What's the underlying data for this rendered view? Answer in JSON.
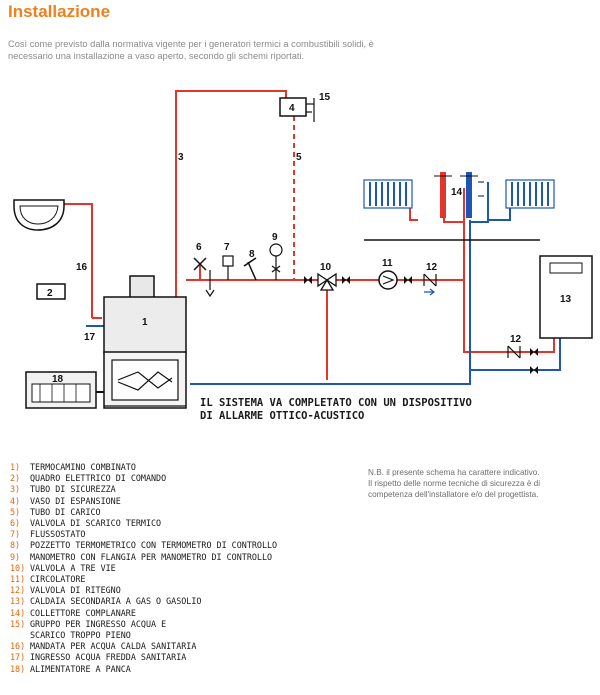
{
  "header": {
    "title": "Installazione",
    "intro": "Così come previsto dalla normativa vigente per i generatori termici a combustibili solidi, è necessario una installazione a vaso aperto, secondo gli schemi riportati."
  },
  "colors": {
    "title": "#f07f1c",
    "hot_pipe": "#e2362c",
    "cold_pipe": "#1e56b5",
    "legend_number": "#e8650a"
  },
  "diagram": {
    "callout": {
      "line1": "IL SISTEMA VA COMPLETATO CON UN DISPOSITIVO",
      "line2": "DI ALLARME OTTICO-ACUSTICO"
    },
    "labels": {
      "n1": "1",
      "n2": "2",
      "n3": "3",
      "n4": "4",
      "n5": "5",
      "n6": "6",
      "n7": "7",
      "n8": "8",
      "n9": "9",
      "n10": "10",
      "n11": "11",
      "n12a": "12",
      "n12b": "12",
      "n13": "13",
      "n14": "14",
      "n15": "15",
      "n16": "16",
      "n17": "17",
      "n18": "18"
    },
    "icons": {
      "sink": "washbasin-icon",
      "radiator_left": "radiator-icon",
      "radiator_right": "radiator-icon",
      "boiler": "fireplace-icon",
      "pump": "circulator-pump-icon",
      "valve_3way": "three-way-valve-icon",
      "check_valve": "check-valve-icon",
      "expansion_tank": "expansion-tank-icon",
      "feeder": "bench-feeder-icon"
    }
  },
  "legend": [
    {
      "num": "1)",
      "label": "TERMOCAMINO COMBINATO"
    },
    {
      "num": "2)",
      "label": "QUADRO ELETTRICO DI COMANDO"
    },
    {
      "num": "3)",
      "label": "TUBO DI SICUREZZA"
    },
    {
      "num": "4)",
      "label": "VASO DI ESPANSIONE"
    },
    {
      "num": "5)",
      "label": "TUBO DI CARICO"
    },
    {
      "num": "6)",
      "label": "VALVOLA DI SCARICO TERMICO"
    },
    {
      "num": "7)",
      "label": "FLUSSOSTATO"
    },
    {
      "num": "8)",
      "label": "POZZETTO TERMOMETRICO CON TERMOMETRO DI CONTROLLO"
    },
    {
      "num": "9)",
      "label": "MANOMETRO CON FLANGIA PER MANOMETRO DI CONTROLLO"
    },
    {
      "num": "10)",
      "label": "VALVOLA A TRE VIE"
    },
    {
      "num": "11)",
      "label": "CIRCOLATORE"
    },
    {
      "num": "12)",
      "label": "VALVOLA DI RITEGNO"
    },
    {
      "num": "13)",
      "label": "CALDAIA SECONDARIA A GAS O GASOLIO"
    },
    {
      "num": "14)",
      "label": "COLLETTORE COMPLANARE"
    },
    {
      "num": "15)",
      "label": "GRUPPO PER INGRESSO ACQUA E"
    },
    {
      "num": "",
      "label": "SCARICO TROPPO PIENO"
    },
    {
      "num": "16)",
      "label": "MANDATA PER ACQUA CALDA SANITARIA"
    },
    {
      "num": "17)",
      "label": "INGRESSO ACQUA FREDDA SANITARIA"
    },
    {
      "num": "18)",
      "label": "ALIMENTATORE A PANCA"
    }
  ],
  "note": {
    "line1": "N.B. il presente schema ha carattere indicativo.",
    "line2": "Il rispetto delle norme tecniche di sicurezza è di",
    "line3": "competenza dell'installatore e/o del progettista."
  }
}
